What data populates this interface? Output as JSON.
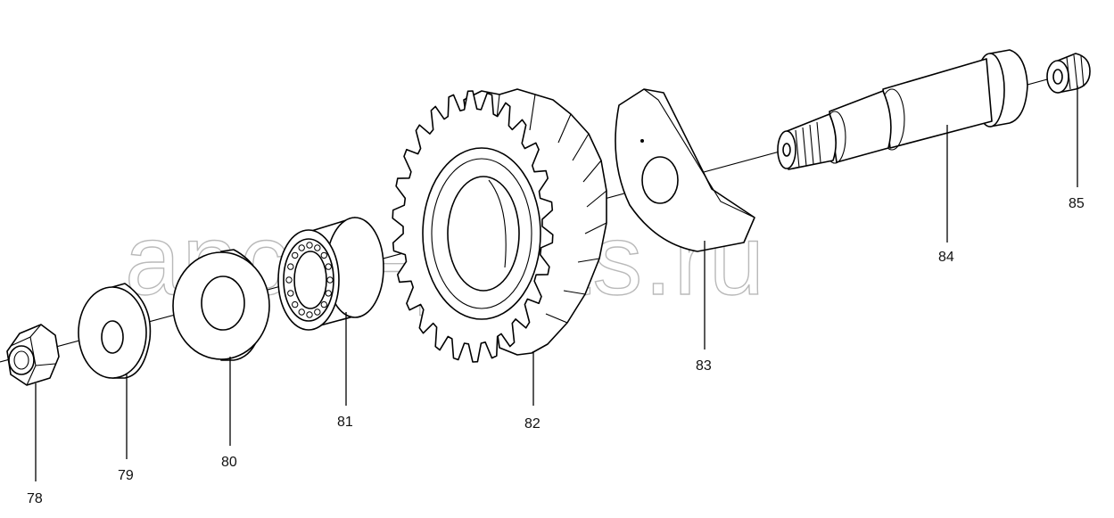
{
  "watermark": "ancat-parts.ru",
  "callouts": [
    {
      "id": "78",
      "label": "78"
    },
    {
      "id": "79",
      "label": "79"
    },
    {
      "id": "80",
      "label": "80"
    },
    {
      "id": "81",
      "label": "81"
    },
    {
      "id": "82",
      "label": "82"
    },
    {
      "id": "83",
      "label": "83"
    },
    {
      "id": "84",
      "label": "84"
    },
    {
      "id": "85",
      "label": "85"
    }
  ],
  "parts": {
    "p78": "hex-nut-icon",
    "p79": "thick-washer-icon",
    "p80": "flat-washer-icon",
    "p81": "roller-bearing-icon",
    "p82": "spur-gear-icon",
    "p83": "bracket-plate-icon",
    "p84": "shaft-icon",
    "p85": "threaded-plug-icon"
  }
}
